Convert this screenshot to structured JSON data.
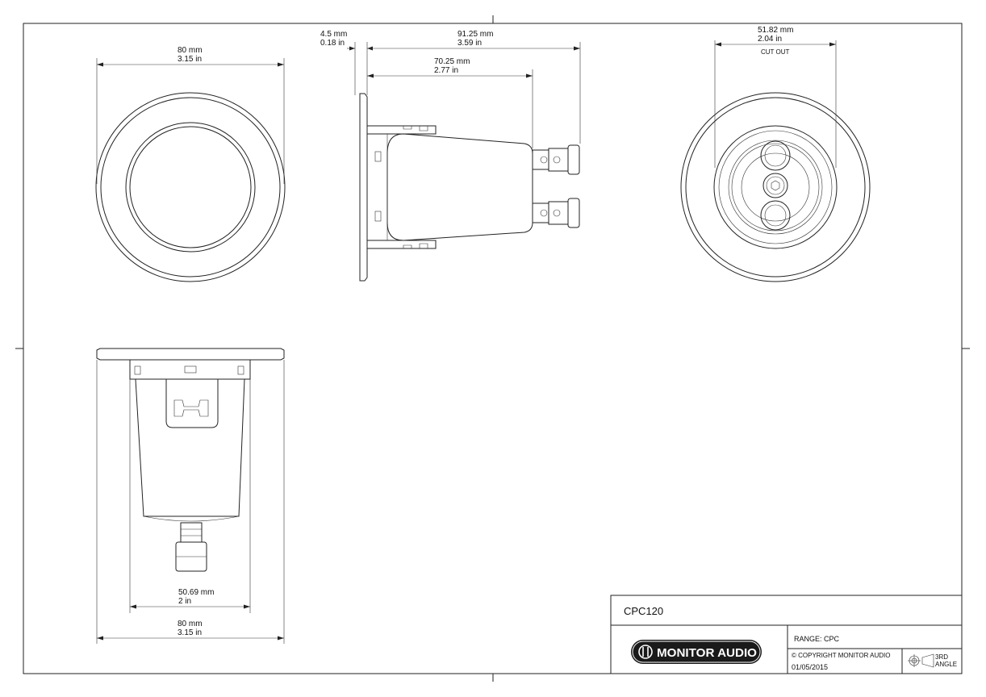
{
  "views": {
    "front": {
      "width_mm": "80 mm",
      "width_in": "3.15 in"
    },
    "side": {
      "flange_mm": "4.5 mm",
      "flange_in": "0.18 in",
      "overall_mm": "91.25 mm",
      "overall_in": "3.59 in",
      "depth_mm": "70.25 mm",
      "depth_in": "2.77 in"
    },
    "rear": {
      "cutout_mm": "51.82 mm",
      "cutout_in": "2.04 in",
      "cutout_label": "CUT OUT"
    },
    "bottom": {
      "body_mm": "50.69 mm",
      "body_in": "2 in",
      "width_mm": "80 mm",
      "width_in": "3.15 in"
    }
  },
  "title_block": {
    "model": "CPC120",
    "range": "RANGE: CPC",
    "copyright": "© COPYRIGHT MONITOR AUDIO",
    "date": "01/05/2015",
    "brand": "MONITOR AUDIO",
    "projection_line1": "3RD",
    "projection_line2": "ANGLE"
  }
}
